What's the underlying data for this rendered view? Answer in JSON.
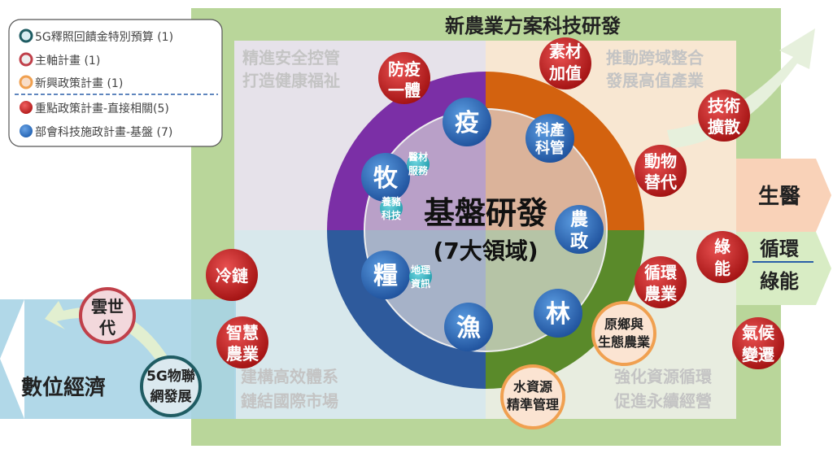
{
  "title": "新農業方案科技研發",
  "legend": {
    "items": [
      {
        "label": "5G釋照回饋金特別預算 (1)",
        "kind": "5g",
        "color": "#1f5c63"
      },
      {
        "label": "主軸計畫 (1)",
        "kind": "main",
        "color": "#c0404a"
      },
      {
        "label": "新興政策計畫 (1)",
        "kind": "emerging",
        "color": "#f0a050"
      },
      {
        "label": "重點政策計畫-直接相關(5)",
        "kind": "key",
        "color": "#d02a2a"
      },
      {
        "label": "部會科技施政計畫-基盤 (7)",
        "kind": "base",
        "color": "#2a6fc0"
      }
    ]
  },
  "quadrants": {
    "tl": [
      "精進安全控管",
      "打造健康福祉"
    ],
    "tr": [
      "推動跨域整合",
      "發展高值產業"
    ],
    "bl": [
      "建構高效體系",
      "鏈結國際市場"
    ],
    "br": [
      "強化資源循環",
      "促進永續經營"
    ]
  },
  "center": {
    "title": "基盤研發",
    "subtitle": "(7大領域)"
  },
  "domains": [
    {
      "lines": [
        "疫"
      ]
    },
    {
      "lines": [
        "科產",
        "科管"
      ]
    },
    {
      "lines": [
        "牧"
      ]
    },
    {
      "lines": [
        "農",
        "政"
      ]
    },
    {
      "lines": [
        "糧"
      ]
    },
    {
      "lines": [
        "漁"
      ]
    },
    {
      "lines": [
        "林"
      ]
    }
  ],
  "subtopics": [
    {
      "lines": [
        "醫材",
        "服務"
      ]
    },
    {
      "lines": [
        "養豬",
        "科技"
      ]
    },
    {
      "lines": [
        "地理",
        "資訊"
      ]
    }
  ],
  "key_plans": [
    {
      "lines": [
        "防疫",
        "一體"
      ]
    },
    {
      "lines": [
        "素材",
        "加值"
      ]
    },
    {
      "lines": [
        "技術",
        "擴散"
      ]
    },
    {
      "lines": [
        "動物",
        "替代"
      ]
    },
    {
      "lines": [
        "綠",
        "能"
      ]
    },
    {
      "lines": [
        "循環",
        "農業"
      ]
    },
    {
      "lines": [
        "氣候",
        "變遷"
      ]
    },
    {
      "lines": [
        "冷鏈"
      ]
    },
    {
      "lines": [
        "智慧",
        "農業"
      ]
    }
  ],
  "main_plan": {
    "lines": [
      "雲世",
      "代"
    ]
  },
  "fiveg_plan": {
    "lines": [
      "5G物聯",
      "網發展"
    ]
  },
  "emerging_plans": [
    {
      "lines": [
        "原鄉與",
        "生態農業"
      ]
    },
    {
      "lines": [
        "水資源",
        "精準管理"
      ]
    }
  ],
  "arrows": {
    "left": "數位經濟",
    "right_top": "生醫",
    "right_bottom": [
      "循環",
      "綠能"
    ]
  },
  "colors": {
    "purple": "#7b2fa6",
    "orange": "#d3620f",
    "navy": "#2e5a9c",
    "green": "#5a8a2a",
    "frame": "#b9d69a"
  }
}
